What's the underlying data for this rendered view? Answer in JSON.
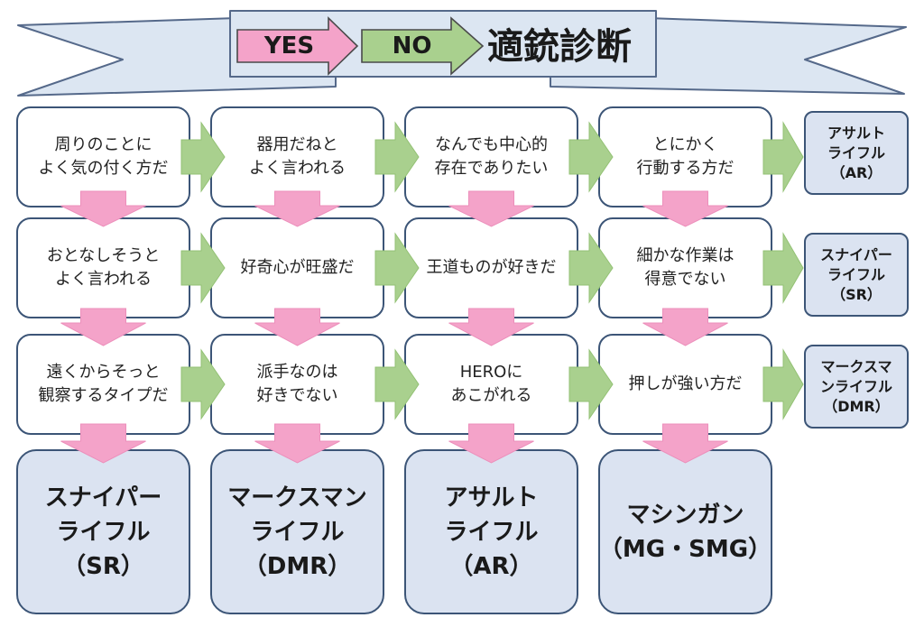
{
  "colors": {
    "yes_arrow": "#f4a3c9",
    "no_arrow": "#a9d08e",
    "banner_fill": "#dce6f2",
    "result_fill": "#dbe3f1",
    "border": "#3c5577"
  },
  "banner": {
    "yes_label": "YES",
    "no_label": "NO",
    "title": "適銃診断"
  },
  "questions": [
    [
      "周りのことに\nよく気の付く方だ",
      "器用だねと\nよく言われる",
      "なんでも中心的\n存在でありたい",
      "とにかく\n行動する方だ"
    ],
    [
      "おとなしそうと\nよく言われる",
      "好奇心が旺盛だ",
      "王道ものが好きだ",
      "細かな作業は\n得意でない"
    ],
    [
      "遠くからそっと\n観察するタイプだ",
      "派手なのは\n好きでない",
      "HEROに\nあこがれる",
      "押しが強い方だ"
    ]
  ],
  "results_bottom": [
    "スナイパー\nライフル\n（SR）",
    "マークスマン\nライフル\n（DMR）",
    "アサルト\nライフル\n（AR）",
    "マシンガン\n（MG・SMG）"
  ],
  "results_side": [
    "アサルト\nライフル\n（AR）",
    "スナイパー\nライフル\n（SR）",
    "マークスマ\nンライフル\n（DMR）"
  ]
}
